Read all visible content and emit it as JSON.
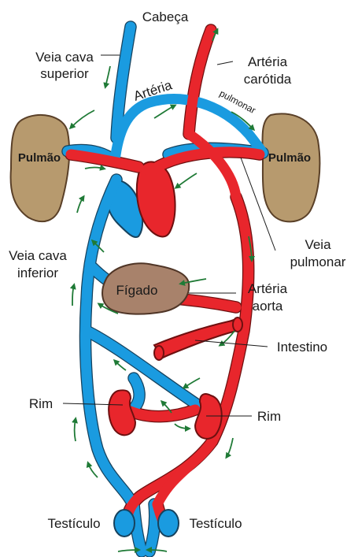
{
  "labels": {
    "head": "Cabeça",
    "superior_vena_cava": [
      "Veia cava",
      "superior"
    ],
    "carotid_artery": [
      "Artéria",
      "carótida"
    ],
    "pulmonary_artery_1": "Artéria",
    "pulmonary_artery_2": "pulmonar",
    "lung_left": "Pulmão",
    "lung_right": "Pulmão",
    "pulmonary_vein": [
      "Veia",
      "pulmonar"
    ],
    "inferior_vena_cava": [
      "Veia cava",
      "inferior"
    ],
    "liver": "Fígado",
    "aorta": [
      "Artéria",
      "aorta"
    ],
    "intestine": "Intestino",
    "kidney_left": "Rim",
    "kidney_right": "Rim",
    "testicle_left": "Testículo",
    "testicle_right": "Testículo"
  },
  "colors": {
    "vein": "#1a9be0",
    "artery": "#e8262c",
    "lung": "#b79a6e",
    "liver": "#a8826b",
    "arrow": "#1f7a36"
  }
}
